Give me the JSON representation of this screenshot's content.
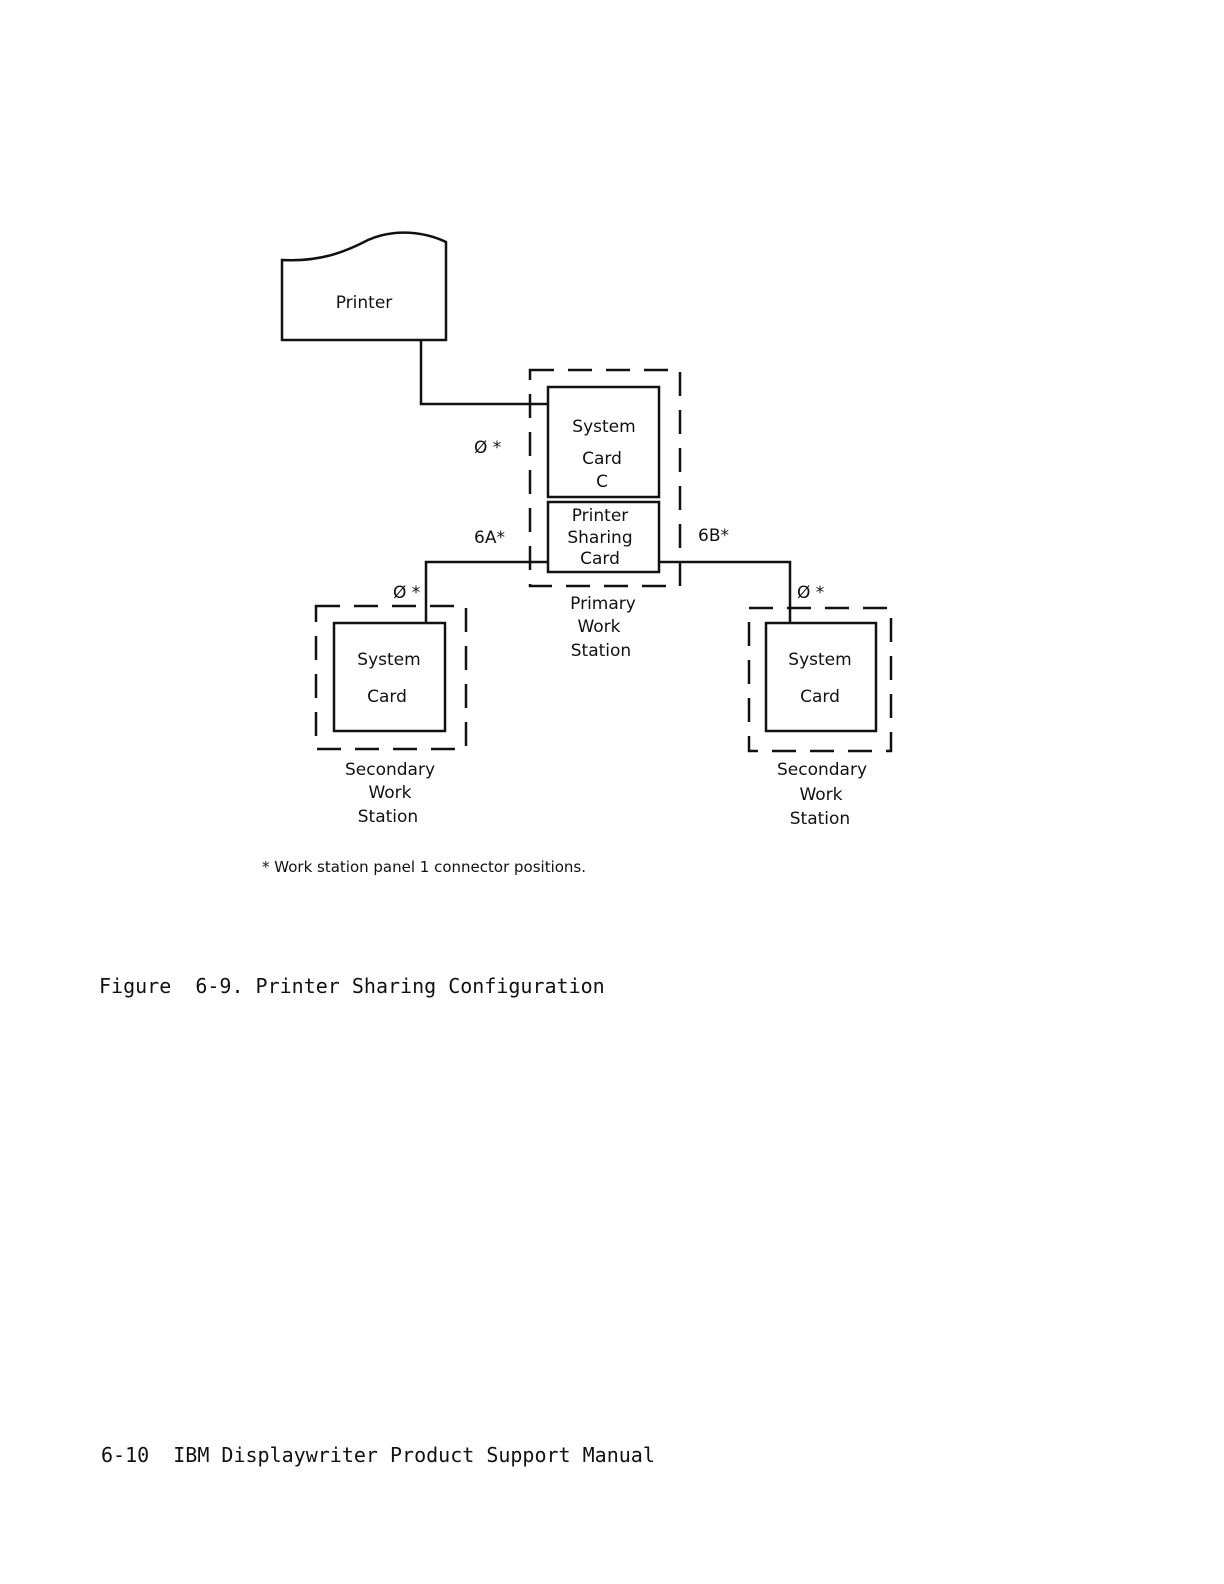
{
  "diagram": {
    "printer": {
      "label": "Printer"
    },
    "primary": {
      "system_card": [
        "System",
        "Card",
        "C"
      ],
      "sharing_card": [
        "Printer",
        "Sharing",
        "Card"
      ],
      "name": [
        "Primary",
        "Work",
        "Station"
      ]
    },
    "secondary_left": {
      "card": [
        "System",
        "Card"
      ],
      "name": [
        "Secondary",
        "Work",
        "Station"
      ]
    },
    "secondary_right": {
      "card": [
        "System",
        "Card"
      ],
      "name": [
        "Secondary",
        "Work",
        "Station"
      ]
    },
    "connectors": {
      "printer_port": "Ø *",
      "port_6a": "6A*",
      "port_6b": "6B*",
      "left_port": "Ø *",
      "right_port": "Ø *"
    },
    "footnote": "* Work station panel 1 connector positions."
  },
  "caption": "Figure  6-9. Printer Sharing Configuration",
  "footer": "6-10  IBM Displaywriter Product Support Manual",
  "colors": {
    "ink": "#111111",
    "paper": "#ffffff"
  }
}
